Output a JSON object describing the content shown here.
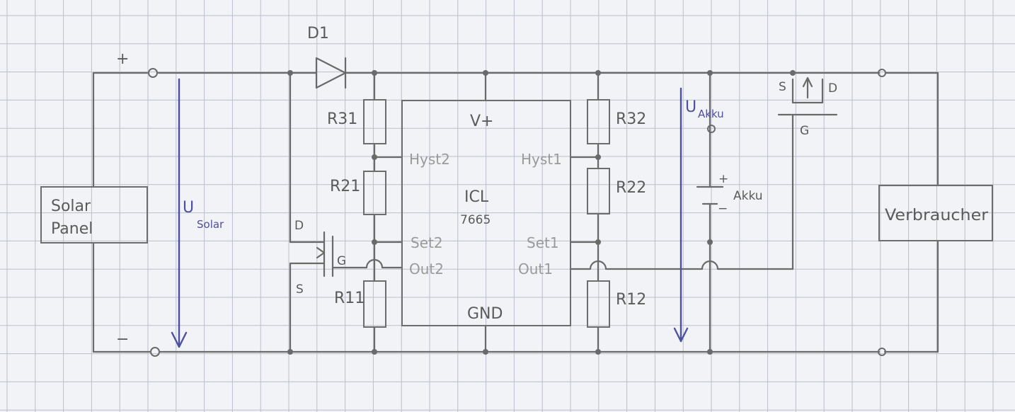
{
  "terminals": {
    "plus": "+",
    "minus": "−"
  },
  "blocks": {
    "solar": {
      "line1": "Solar",
      "line2": "Panel"
    },
    "consumer": {
      "label": "Verbraucher"
    },
    "ic": {
      "vplus": "V+",
      "gnd": "GND",
      "name_line1": "ICL",
      "name_line2": "7665"
    }
  },
  "ic_pins": {
    "hyst2": "Hyst2",
    "set2": "Set2",
    "out2": "Out2",
    "hyst1": "Hyst1",
    "set1": "Set1",
    "out1": "Out1"
  },
  "components": {
    "diode": "D1",
    "r31": "R31",
    "r21": "R21",
    "r11": "R11",
    "r32": "R32",
    "r22": "R22",
    "r12": "R12",
    "battery": "Akku",
    "battery_plus": "+",
    "battery_minus": "−"
  },
  "mosfet_left": {
    "drain": "D",
    "gate": "G",
    "source": "S"
  },
  "mosfet_right": {
    "source": "S",
    "drain": "D",
    "gate": "G"
  },
  "voltages": {
    "solar": {
      "main": "U",
      "sub": "Solar"
    },
    "battery": {
      "main": "U",
      "sub": "Akku"
    }
  },
  "colors": {
    "paper": "#f2f3f6",
    "grid": "#b9bfcc",
    "pencil": "#6a6a6a",
    "ink_blue": "#4d4fa0"
  }
}
